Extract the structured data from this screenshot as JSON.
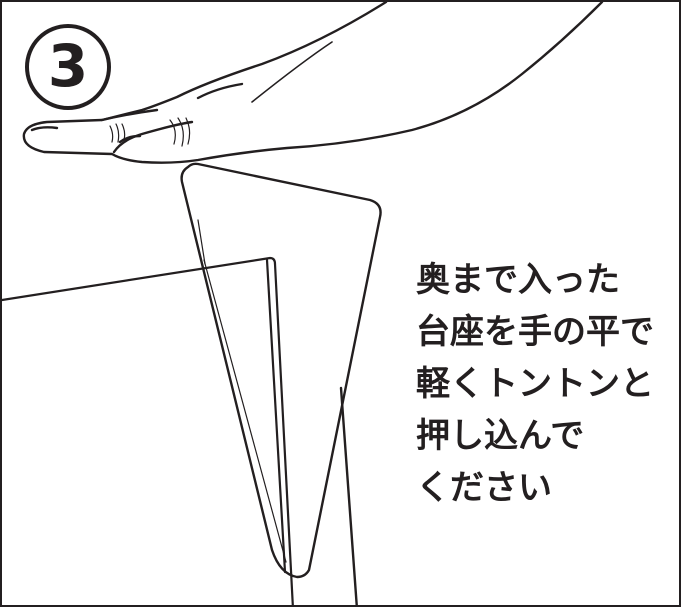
{
  "step": {
    "number": "3"
  },
  "instructions": {
    "lines": [
      "奥まで入った",
      "台座を手の平で",
      "軽くトントンと",
      "押し込んで",
      "ください"
    ]
  },
  "colors": {
    "ink": "#231f20",
    "background": "#ffffff"
  },
  "icons": {
    "hand": "hand-illustration",
    "stand": "stand-base-illustration",
    "panel": "panel-illustration"
  }
}
